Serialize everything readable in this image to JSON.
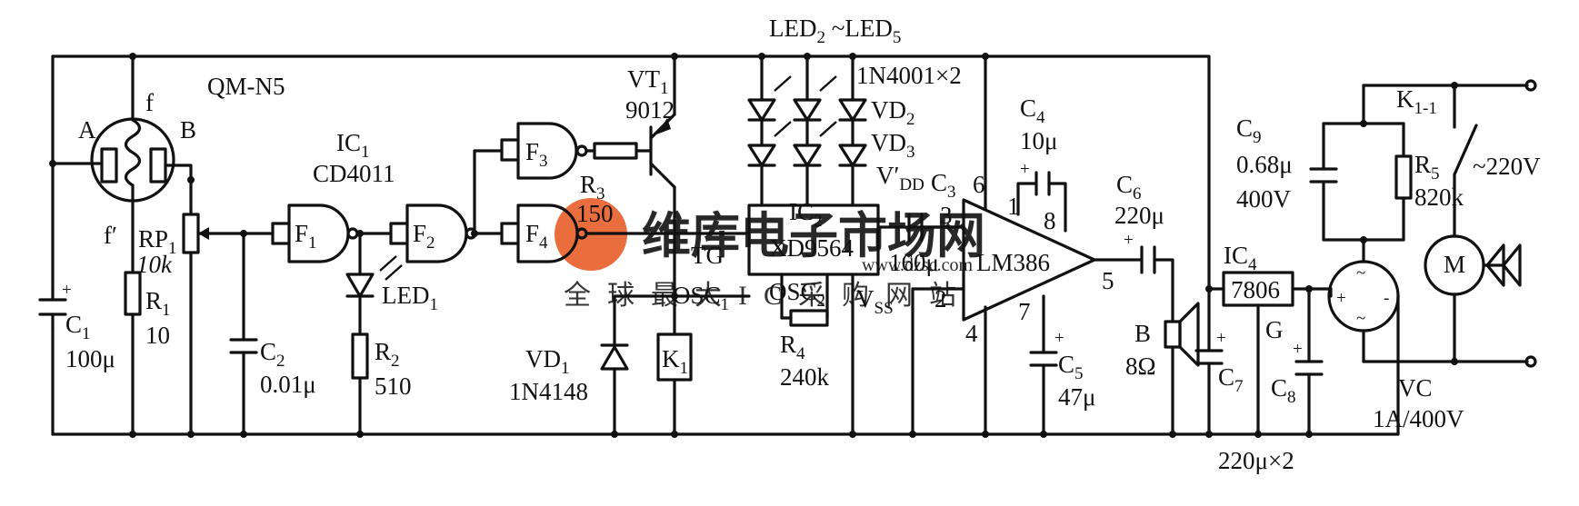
{
  "labels": {
    "sensor": "QM-N5",
    "pin_a": "A",
    "pin_b": "B",
    "pin_f": "f",
    "pin_f2": "f′",
    "rp1": "RP",
    "rp1_sub": "1",
    "rp1_val": "10k",
    "r1": "R",
    "r1_sub": "1",
    "r1_val": "10",
    "c1": "C",
    "c1_sub": "1",
    "c1_val": "100μ",
    "ic1": "IC",
    "ic1_sub": "1",
    "ic1_part": "CD4011",
    "f1": "F",
    "f1_sub": "1",
    "f2": "F",
    "f2_sub": "2",
    "f3": "F",
    "f3_sub": "3",
    "f4": "F",
    "f4_sub": "4",
    "c2": "C",
    "c2_sub": "2",
    "c2_val": "0.01μ",
    "led1": "LED",
    "led1_sub": "1",
    "r2": "R",
    "r2_sub": "2",
    "r2_val": "510",
    "vt1": "VT",
    "vt1_sub": "1",
    "vt1_part": "9012",
    "r3": "R",
    "r3_sub": "3",
    "r3_val": "150",
    "vd1": "VD",
    "vd1_sub": "1",
    "vd1_part": "1N4148",
    "k1": "K",
    "k1_sub": "1",
    "leds": "LED",
    "leds_sub_a": "2",
    "leds_mid": " ~LED",
    "leds_sub_b": "5",
    "diode_pair": "1N4001×2",
    "vd2": "VD",
    "vd2_sub": "2",
    "vd3": "VD",
    "vd3_sub": "3",
    "vdd": "V′",
    "vdd_sub": "DD",
    "c3": "C",
    "c3_sub": "3",
    "c3_val": "160μ",
    "ic2": "IC",
    "ic2_sub": "2",
    "ic2_part": "XD9564",
    "tg": "TG",
    "osc1": "OSC",
    "osc1_sub": "1",
    "osc2": "OSC",
    "osc2_sub": "2",
    "vss": "V",
    "vss_sub": "SS",
    "r4": "R",
    "r4_sub": "4",
    "r4_val": "240k",
    "c4": "C",
    "c4_sub": "4",
    "c4_val": "10μ",
    "pin6": "6",
    "pin1": "1",
    "pin8": "8",
    "pin3": "3",
    "pin2": "2",
    "pin4": "4",
    "pin7": "7",
    "pin5": "5",
    "ic3_part": "LM386",
    "c5": "C",
    "c5_sub": "5",
    "c5_val": "47μ",
    "c6": "C",
    "c6_sub": "6",
    "c6_val": "220μ",
    "spk": "B",
    "spk_val": "8Ω",
    "c7": "C",
    "c7_sub": "7",
    "ic4": "IC",
    "ic4_sub": "4",
    "ic4_part": "7806",
    "ic4_g": "G",
    "c8": "C",
    "c8_sub": "8",
    "c78_val": "220μ×2",
    "c9": "C",
    "c9_sub": "9",
    "c9_val": "0.68μ",
    "c9_volt": "400V",
    "r5": "R",
    "r5_sub": "5",
    "r5_val": "820k",
    "k11": "K",
    "k11_sub": "1-1",
    "mains": "~220V",
    "motor": "M",
    "vc": "VC",
    "vc_val": "1A/400V"
  },
  "watermark": {
    "brand": "维库电子市场网",
    "url": "www.dzsc.com",
    "slogan": "全球最大IC采购网站",
    "color": "#e8612c"
  }
}
